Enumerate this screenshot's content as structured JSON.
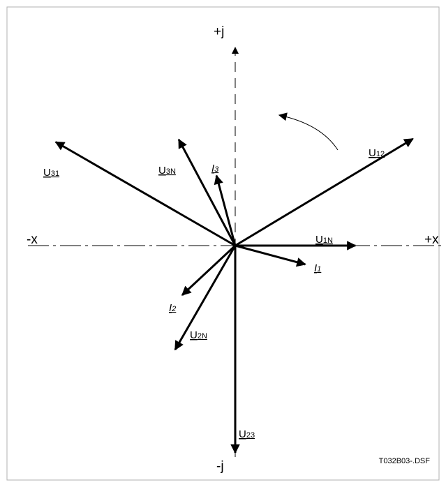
{
  "axes": {
    "pos_imag": "+j",
    "neg_imag": "-j",
    "pos_real": "+x",
    "neg_real": "-x"
  },
  "vectors": [
    {
      "id": "u12",
      "base": "U",
      "sub": "12",
      "italic": false,
      "angle_deg": 31,
      "magnitude": 1.0
    },
    {
      "id": "u31",
      "base": "U",
      "sub": "31",
      "italic": false,
      "angle_deg": 150,
      "magnitude": 1.0
    },
    {
      "id": "u23",
      "base": "U",
      "sub": "23",
      "italic": false,
      "angle_deg": -90,
      "magnitude": 1.0
    },
    {
      "id": "u1n",
      "base": "U",
      "sub": "1N",
      "italic": false,
      "angle_deg": 0,
      "magnitude": 0.58
    },
    {
      "id": "u3n",
      "base": "U",
      "sub": "3N",
      "italic": false,
      "angle_deg": 118,
      "magnitude": 0.58
    },
    {
      "id": "u2n",
      "base": "U",
      "sub": "2N",
      "italic": false,
      "angle_deg": -120,
      "magnitude": 0.58
    },
    {
      "id": "i1",
      "base": "I",
      "sub": "1",
      "italic": true,
      "angle_deg": -15,
      "magnitude": 0.35
    },
    {
      "id": "i2",
      "base": "I",
      "sub": "2",
      "italic": true,
      "angle_deg": -137,
      "magnitude": 0.35
    },
    {
      "id": "i3",
      "base": "I",
      "sub": "3",
      "italic": true,
      "angle_deg": 105,
      "magnitude": 0.35
    }
  ],
  "rotation_arrow": "counter-clockwise",
  "filename": "T032B03-.DSF",
  "colors": {
    "line": "#000000",
    "border": "#b0b0b0",
    "background": "#ffffff"
  }
}
